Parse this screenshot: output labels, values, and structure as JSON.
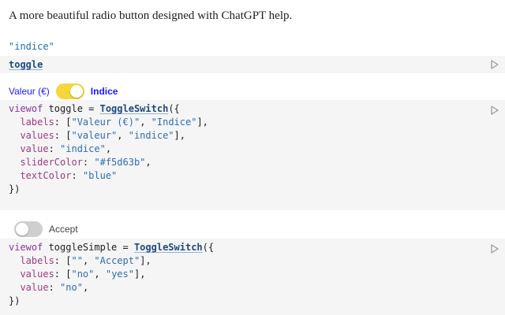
{
  "intro_text": "A more beautiful radio button designed with ChatGPT help.",
  "value_output": "\"indice\"",
  "toggle_cell": {
    "name": "toggle"
  },
  "switch1": {
    "label_left": "Valeur (€)",
    "label_right": "Indice",
    "state": "on",
    "slider_color": "#f5d63b",
    "text_color": "blue"
  },
  "code1": {
    "l1_kw": "viewof",
    "l1_var": " toggle = ",
    "l1_fn": "ToggleSwitch",
    "l1_end": "({",
    "l2_prop": "  labels",
    "l2_a": ": [",
    "l2_s1": "\"Valeur (€)\"",
    "l2_c": ", ",
    "l2_s2": "\"Indice\"",
    "l2_e": "],",
    "l3_prop": "  values",
    "l3_a": ": [",
    "l3_s1": "\"valeur\"",
    "l3_c": ", ",
    "l3_s2": "\"indice\"",
    "l3_e": "],",
    "l4_prop": "  value",
    "l4_a": ": ",
    "l4_s1": "\"indice\"",
    "l4_e": ",",
    "l5_prop": "  sliderColor",
    "l5_a": ": ",
    "l5_s1": "\"#f5d63b\"",
    "l5_e": ",",
    "l6_prop": "  textColor",
    "l6_a": ": ",
    "l6_s1": "\"blue\"",
    "l7": "})"
  },
  "switch2": {
    "label_right": "Accept",
    "state": "off"
  },
  "code2": {
    "l1_kw": "viewof",
    "l1_var": " toggleSimple = ",
    "l1_fn": "ToggleSwitch",
    "l1_end": "({",
    "l2_prop": "  labels",
    "l2_a": ": [",
    "l2_s1": "\"\"",
    "l2_c": ", ",
    "l2_s2": "\"Accept\"",
    "l2_e": "],",
    "l3_prop": "  values",
    "l3_a": ": [",
    "l3_s1": "\"no\"",
    "l3_c": ", ",
    "l3_s2": "\"yes\"",
    "l3_e": "],",
    "l4_prop": "  value",
    "l4_a": ": ",
    "l4_s1": "\"no\"",
    "l4_e": ",",
    "l5": "})"
  },
  "icons": {
    "run": "play-icon"
  }
}
